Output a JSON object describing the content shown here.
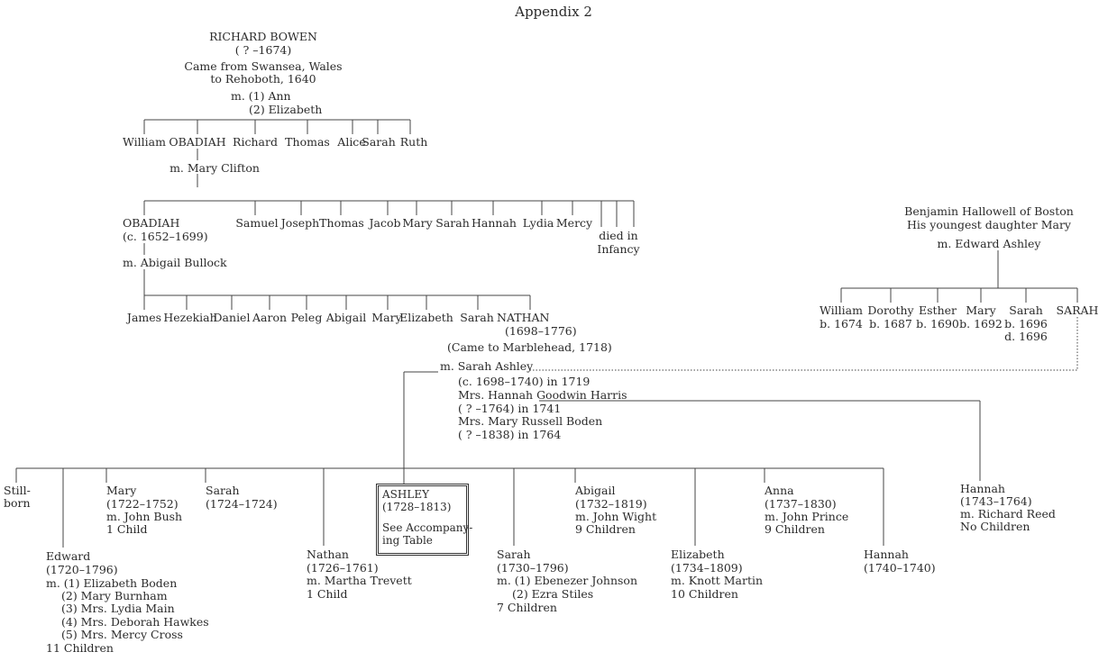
{
  "title": "Appendix 2",
  "root": {
    "name": "RICHARD BOWEN",
    "dates": "( ? –1674)",
    "note1": "Came from Swansea, Wales",
    "note2": "to Rehoboth, 1640",
    "m1": "m. (1) Ann",
    "m2": "(2) Elizabeth"
  },
  "gen1": [
    "William",
    "OBADIAH",
    "Richard",
    "Thomas",
    "Alice",
    "Sarah",
    "Ruth"
  ],
  "obadiah1_marriage": "m. Mary Clifton",
  "gen2": {
    "obadiah_name": "OBADIAH",
    "obadiah_dates": "(c. 1652–1699)",
    "obadiah_marriage": "m. Abigail Bullock",
    "siblings": [
      "Samuel",
      "Joseph",
      "Thomas",
      "Jacob",
      "Mary",
      "Sarah",
      "Hannah",
      "Lydia",
      "Mercy"
    ],
    "died1": "died in",
    "died2": "Infancy"
  },
  "gen3": [
    "James",
    "Hezekiah",
    "Daniel",
    "Aaron",
    "Peleg",
    "Abigail",
    "Mary",
    "Elizabeth",
    "Sarah"
  ],
  "nathan": {
    "name": "NATHAN",
    "dates": "(1698–1776)",
    "note": "(Came to Marblehead, 1718)",
    "m1": "m. Sarah Ashley",
    "m1_dates": "(c. 1698–1740) in 1719",
    "m2": "Mrs. Hannah Goodwin Harris",
    "m2_dates": "( ? –1764) in 1741",
    "m3": "Mrs. Mary Russell Boden",
    "m3_dates": "( ? –1838) in 1764"
  },
  "hallowell": {
    "line1": "Benjamin Hallowell of Boston",
    "line2": "His youngest daughter Mary",
    "marriage": "m. Edward Ashley",
    "children": [
      {
        "name": "William",
        "d1": "b. 1674",
        "d2": ""
      },
      {
        "name": "Dorothy",
        "d1": "b. 1687",
        "d2": ""
      },
      {
        "name": "Esther",
        "d1": "b. 1690",
        "d2": ""
      },
      {
        "name": "Mary",
        "d1": "b. 1692",
        "d2": ""
      },
      {
        "name": "Sarah",
        "d1": "b. 1696",
        "d2": "d. 1696"
      },
      {
        "name": "SARAH",
        "d1": "",
        "d2": ""
      }
    ]
  },
  "children": {
    "stillborn1": "Still-",
    "stillborn2": "born",
    "edward": [
      "Edward",
      "(1720–1796)",
      "m. (1) Elizabeth Boden",
      "(2) Mary Burnham",
      "(3) Mrs. Lydia Main",
      "(4) Mrs. Deborah Hawkes",
      "(5) Mrs. Mercy Cross",
      "11 Children"
    ],
    "mary": [
      "Mary",
      "(1722–1752)",
      "m. John Bush",
      "1 Child"
    ],
    "sarah1": [
      "Sarah",
      "(1724–1724)"
    ],
    "nathan": [
      "Nathan",
      "(1726–1761)",
      "m. Martha Trevett",
      "1 Child"
    ],
    "ashley": [
      "ASHLEY",
      "(1728–1813)",
      "See Accompany-",
      "ing Table"
    ],
    "sarah2": [
      "Sarah",
      "(1730–1796)",
      "m. (1) Ebenezer Johnson",
      "(2) Ezra Stiles",
      "7 Children"
    ],
    "abigail": [
      "Abigail",
      "(1732–1819)",
      "m. John Wight",
      "9 Children"
    ],
    "elizabeth": [
      "Elizabeth",
      "(1734–1809)",
      "m. Knott Martin",
      "10 Children"
    ],
    "anna": [
      "Anna",
      "(1737–1830)",
      "m. John Prince",
      "9 Children"
    ],
    "hannah1": [
      "Hannah",
      "(1740–1740)"
    ],
    "hannah2": [
      "Hannah",
      "(1743–1764)",
      "m. Richard Reed",
      "No Children"
    ]
  }
}
